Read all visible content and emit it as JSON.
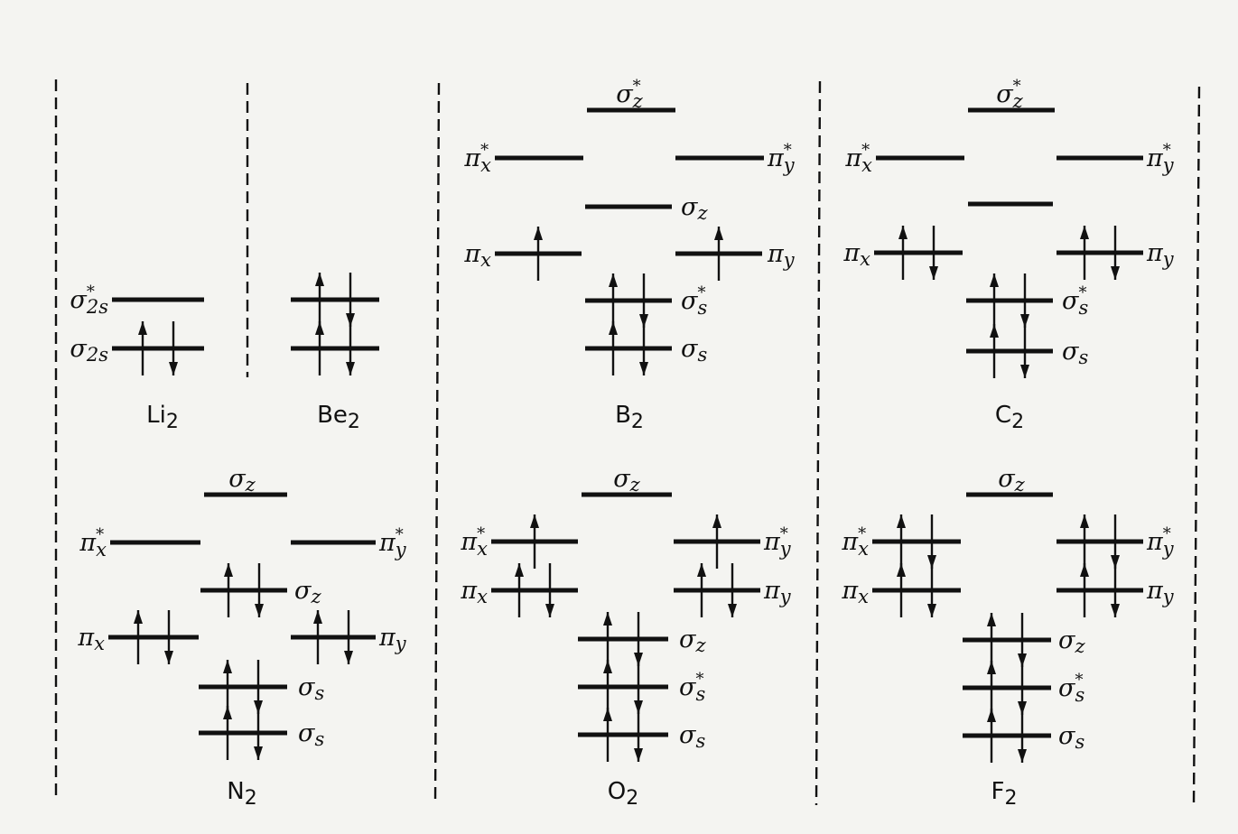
{
  "colors": {
    "ink": "#111111",
    "paper": "#f4f4f1"
  },
  "labels": {
    "s2s": "σ2s",
    "s2s_star": "σ*2s",
    "sz": "σz",
    "sz_star": "σ*z",
    "ss": "σs",
    "ss_star": "σ*s",
    "px": "πx",
    "py": "πy",
    "px_star": "π*x",
    "py_star": "π*y"
  },
  "molecules": [
    {
      "id": "li2",
      "name": "Li",
      "sub": "2",
      "levels": [
        {
          "label": "s2s_star",
          "electrons": 0
        },
        {
          "label": "s2s",
          "electrons": 2
        }
      ]
    },
    {
      "id": "be2",
      "name": "Be",
      "sub": "2",
      "levels": [
        {
          "electrons": 2
        },
        {
          "electrons": 2
        }
      ]
    },
    {
      "id": "b2",
      "name": "B",
      "sub": "2",
      "levels": [
        {
          "label": "sz_star",
          "electrons": 0
        },
        {
          "label": "px_star",
          "label2": "py_star",
          "electrons": 0,
          "electrons2": 0
        },
        {
          "label": "sz",
          "electrons": 0
        },
        {
          "label": "px",
          "label2": "py",
          "electrons": 1,
          "electrons2": 1
        },
        {
          "label": "ss_star",
          "electrons": 2
        },
        {
          "label": "ss",
          "electrons": 2
        }
      ]
    },
    {
      "id": "c2",
      "name": "C",
      "sub": "2",
      "levels": [
        {
          "label": "sz_star",
          "electrons": 0
        },
        {
          "label": "px_star",
          "label2": "py_star",
          "electrons": 0,
          "electrons2": 0
        },
        {
          "electrons": 0
        },
        {
          "label": "px",
          "label2": "py",
          "electrons": 2,
          "electrons2": 2
        },
        {
          "label": "ss_star",
          "electrons": 2
        },
        {
          "label": "ss",
          "electrons": 2
        }
      ]
    },
    {
      "id": "n2",
      "name": "N",
      "sub": "2",
      "levels": [
        {
          "label": "sz",
          "electrons": 0
        },
        {
          "label": "px_star",
          "label2": "py_star",
          "electrons": 0,
          "electrons2": 0
        },
        {
          "label": "sz",
          "electrons": 2
        },
        {
          "label": "px",
          "label2": "py",
          "electrons": 2,
          "electrons2": 2
        },
        {
          "label": "ss",
          "electrons": 2
        },
        {
          "label": "ss",
          "electrons": 2
        }
      ]
    },
    {
      "id": "o2",
      "name": "O",
      "sub": "2",
      "levels": [
        {
          "label": "sz",
          "electrons": 0
        },
        {
          "label": "px_star",
          "label2": "py_star",
          "electrons": 1,
          "electrons2": 1
        },
        {
          "label": "px",
          "label2": "py",
          "electrons": 2,
          "electrons2": 2
        },
        {
          "label": "sz",
          "electrons": 2
        },
        {
          "label": "ss_star",
          "electrons": 2
        },
        {
          "label": "ss",
          "electrons": 2
        }
      ]
    },
    {
      "id": "f2",
      "name": "F",
      "sub": "2",
      "levels": [
        {
          "label": "sz",
          "electrons": 0
        },
        {
          "label": "px_star",
          "label2": "py_star",
          "electrons": 2,
          "electrons2": 2
        },
        {
          "label": "px",
          "label2": "py",
          "electrons": 2,
          "electrons2": 2
        },
        {
          "label": "sz",
          "electrons": 2
        },
        {
          "label": "ss_star",
          "electrons": 2
        },
        {
          "label": "ss",
          "electrons": 2
        }
      ]
    }
  ]
}
